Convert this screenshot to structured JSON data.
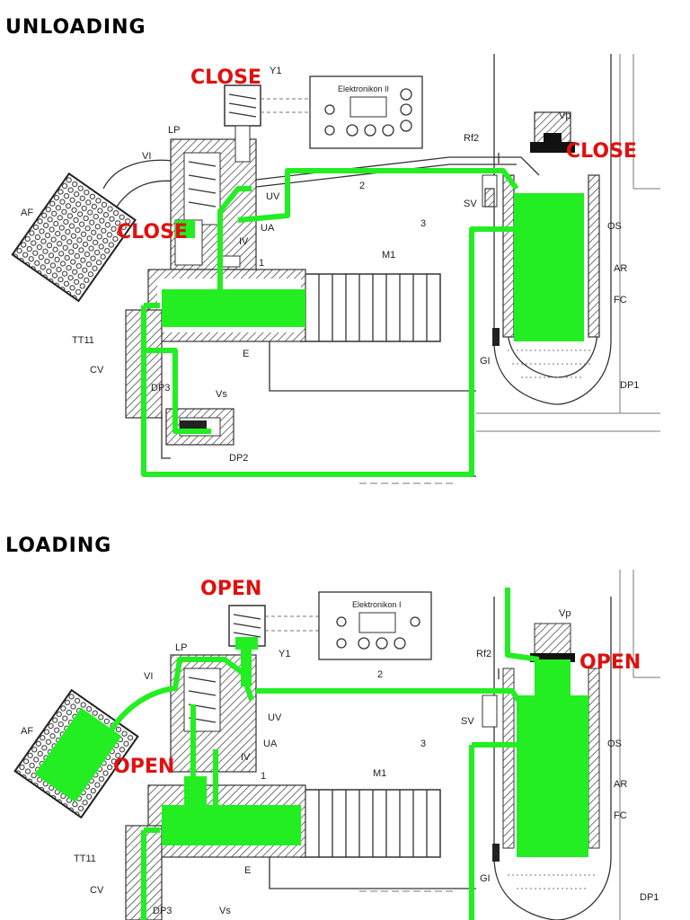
{
  "sections": {
    "unloading": {
      "title": "UNLOADING",
      "states": {
        "inlet": "CLOSE",
        "solenoid": "CLOSE",
        "vp": "CLOSE"
      },
      "controller": "Elektronikon II"
    },
    "loading": {
      "title": "LOADING",
      "states": {
        "inlet": "OPEN",
        "solenoid": "OPEN",
        "vp": "OPEN"
      },
      "controller": "Elektronikon I"
    }
  },
  "labels": {
    "y1": "Y1",
    "lp": "LP",
    "vi": "VI",
    "af": "AF",
    "uv": "UV",
    "ua": "UA",
    "iv": "IV",
    "one": "1",
    "m1": "M1",
    "tt11": "TT11",
    "cv": "CV",
    "e": "E",
    "dp3": "DP3",
    "vs": "Vs",
    "dp2": "DP2",
    "two": "2",
    "three": "3",
    "rf2": "Rf2",
    "sv": "SV",
    "vp": "Vp",
    "os": "OS",
    "ar": "AR",
    "fc": "FC",
    "gi": "GI",
    "dp1": "DP1"
  },
  "colors": {
    "flow": "#22ee22",
    "state_text": "#e01010",
    "line": "#333333"
  }
}
